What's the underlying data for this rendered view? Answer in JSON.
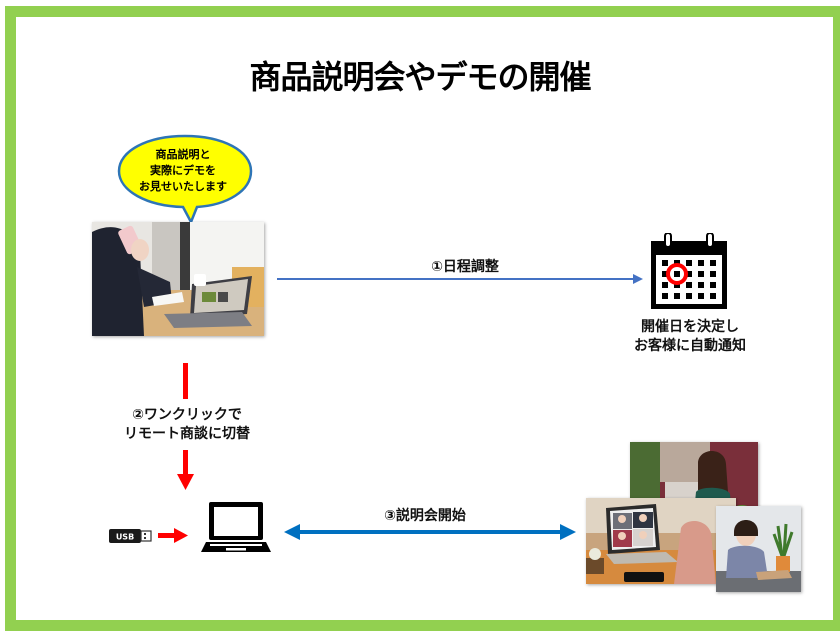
{
  "title": "商品説明会やデモの開催",
  "colors": {
    "frame": "#92d050",
    "bubble_fill": "#ffff00",
    "bubble_stroke": "#2e75b6",
    "arrow_blue_thin": "#4472c4",
    "arrow_blue_thick": "#0070c0",
    "arrow_red": "#ff0000",
    "calendar_mark": "#ff0000"
  },
  "speech_bubble": {
    "lines": [
      "商品説明と",
      "実際にデモを",
      "お見せいたします"
    ]
  },
  "steps": {
    "step1": "①日程調整",
    "step2_line1": "②ワンクリックで",
    "step2_line2": "リモート商談に切替",
    "step3": "③説明会開始"
  },
  "calendar_caption": {
    "line1": "開催日を決定し",
    "line2": "お客様に自動通知"
  },
  "usb_label": "USB",
  "icons": {
    "calendar": "calendar-icon",
    "laptop": "laptop-icon",
    "usb": "usb-drive-icon"
  },
  "images": {
    "operator_photo": "woman on phone with laptop",
    "customers_collage": "online meeting participants collage"
  }
}
